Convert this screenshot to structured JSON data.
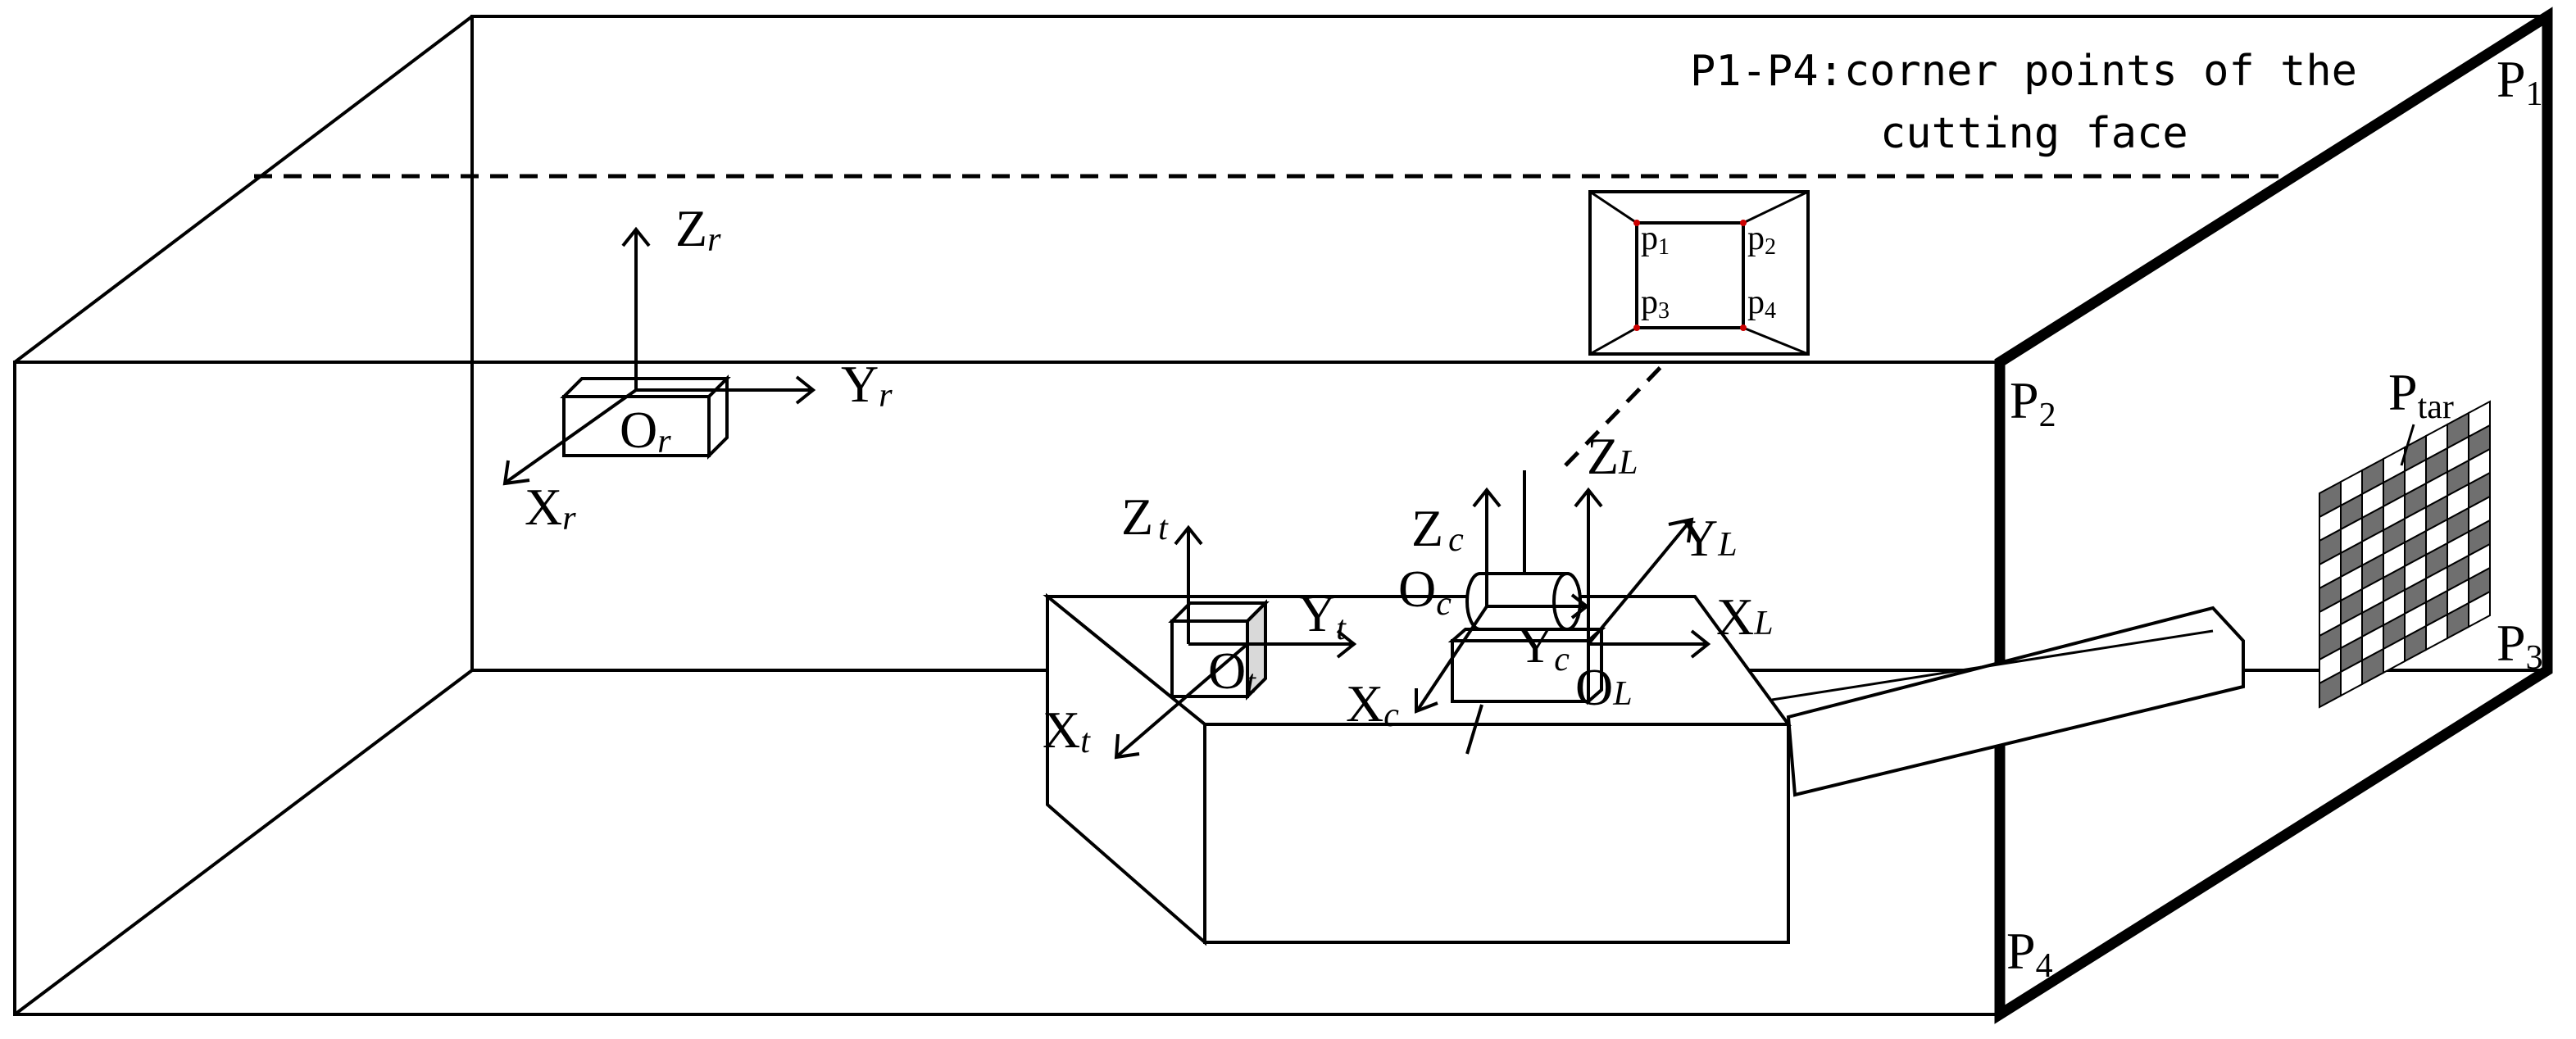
{
  "note": {
    "line1": "P1-P4:corner points of the",
    "line2": "cutting face"
  },
  "corners": {
    "p1": {
      "main": "P",
      "sub": "1"
    },
    "p2": {
      "main": "P",
      "sub": "2"
    },
    "p3": {
      "main": "P",
      "sub": "3"
    },
    "p4": {
      "main": "P",
      "sub": "4"
    },
    "ptar": {
      "main": "P",
      "sub": "tar"
    }
  },
  "image_points": {
    "p1": {
      "main": "p",
      "sub": "1"
    },
    "p2": {
      "main": "p",
      "sub": "2"
    },
    "p3": {
      "main": "p",
      "sub": "3"
    },
    "p4": {
      "main": "p",
      "sub": "4"
    }
  },
  "frames": {
    "robot": {
      "z": "Z",
      "y": "Y",
      "x": "X",
      "o": "O",
      "sub": "r"
    },
    "total_station": {
      "z": "Z",
      "y": "Y",
      "x": "X",
      "o": "O",
      "sub": "t"
    },
    "camera": {
      "z": "Z",
      "y": "Y",
      "x": "X",
      "o": "O",
      "sub": "c"
    },
    "laser": {
      "z": "Z",
      "y": "Y",
      "x": "X",
      "o": "O",
      "sub": "L"
    }
  },
  "colors": {
    "line": "#000000",
    "image_corner_marker": "#cc0000",
    "checker_dark": "#6f6f6f",
    "checker_light": "#ffffff"
  }
}
